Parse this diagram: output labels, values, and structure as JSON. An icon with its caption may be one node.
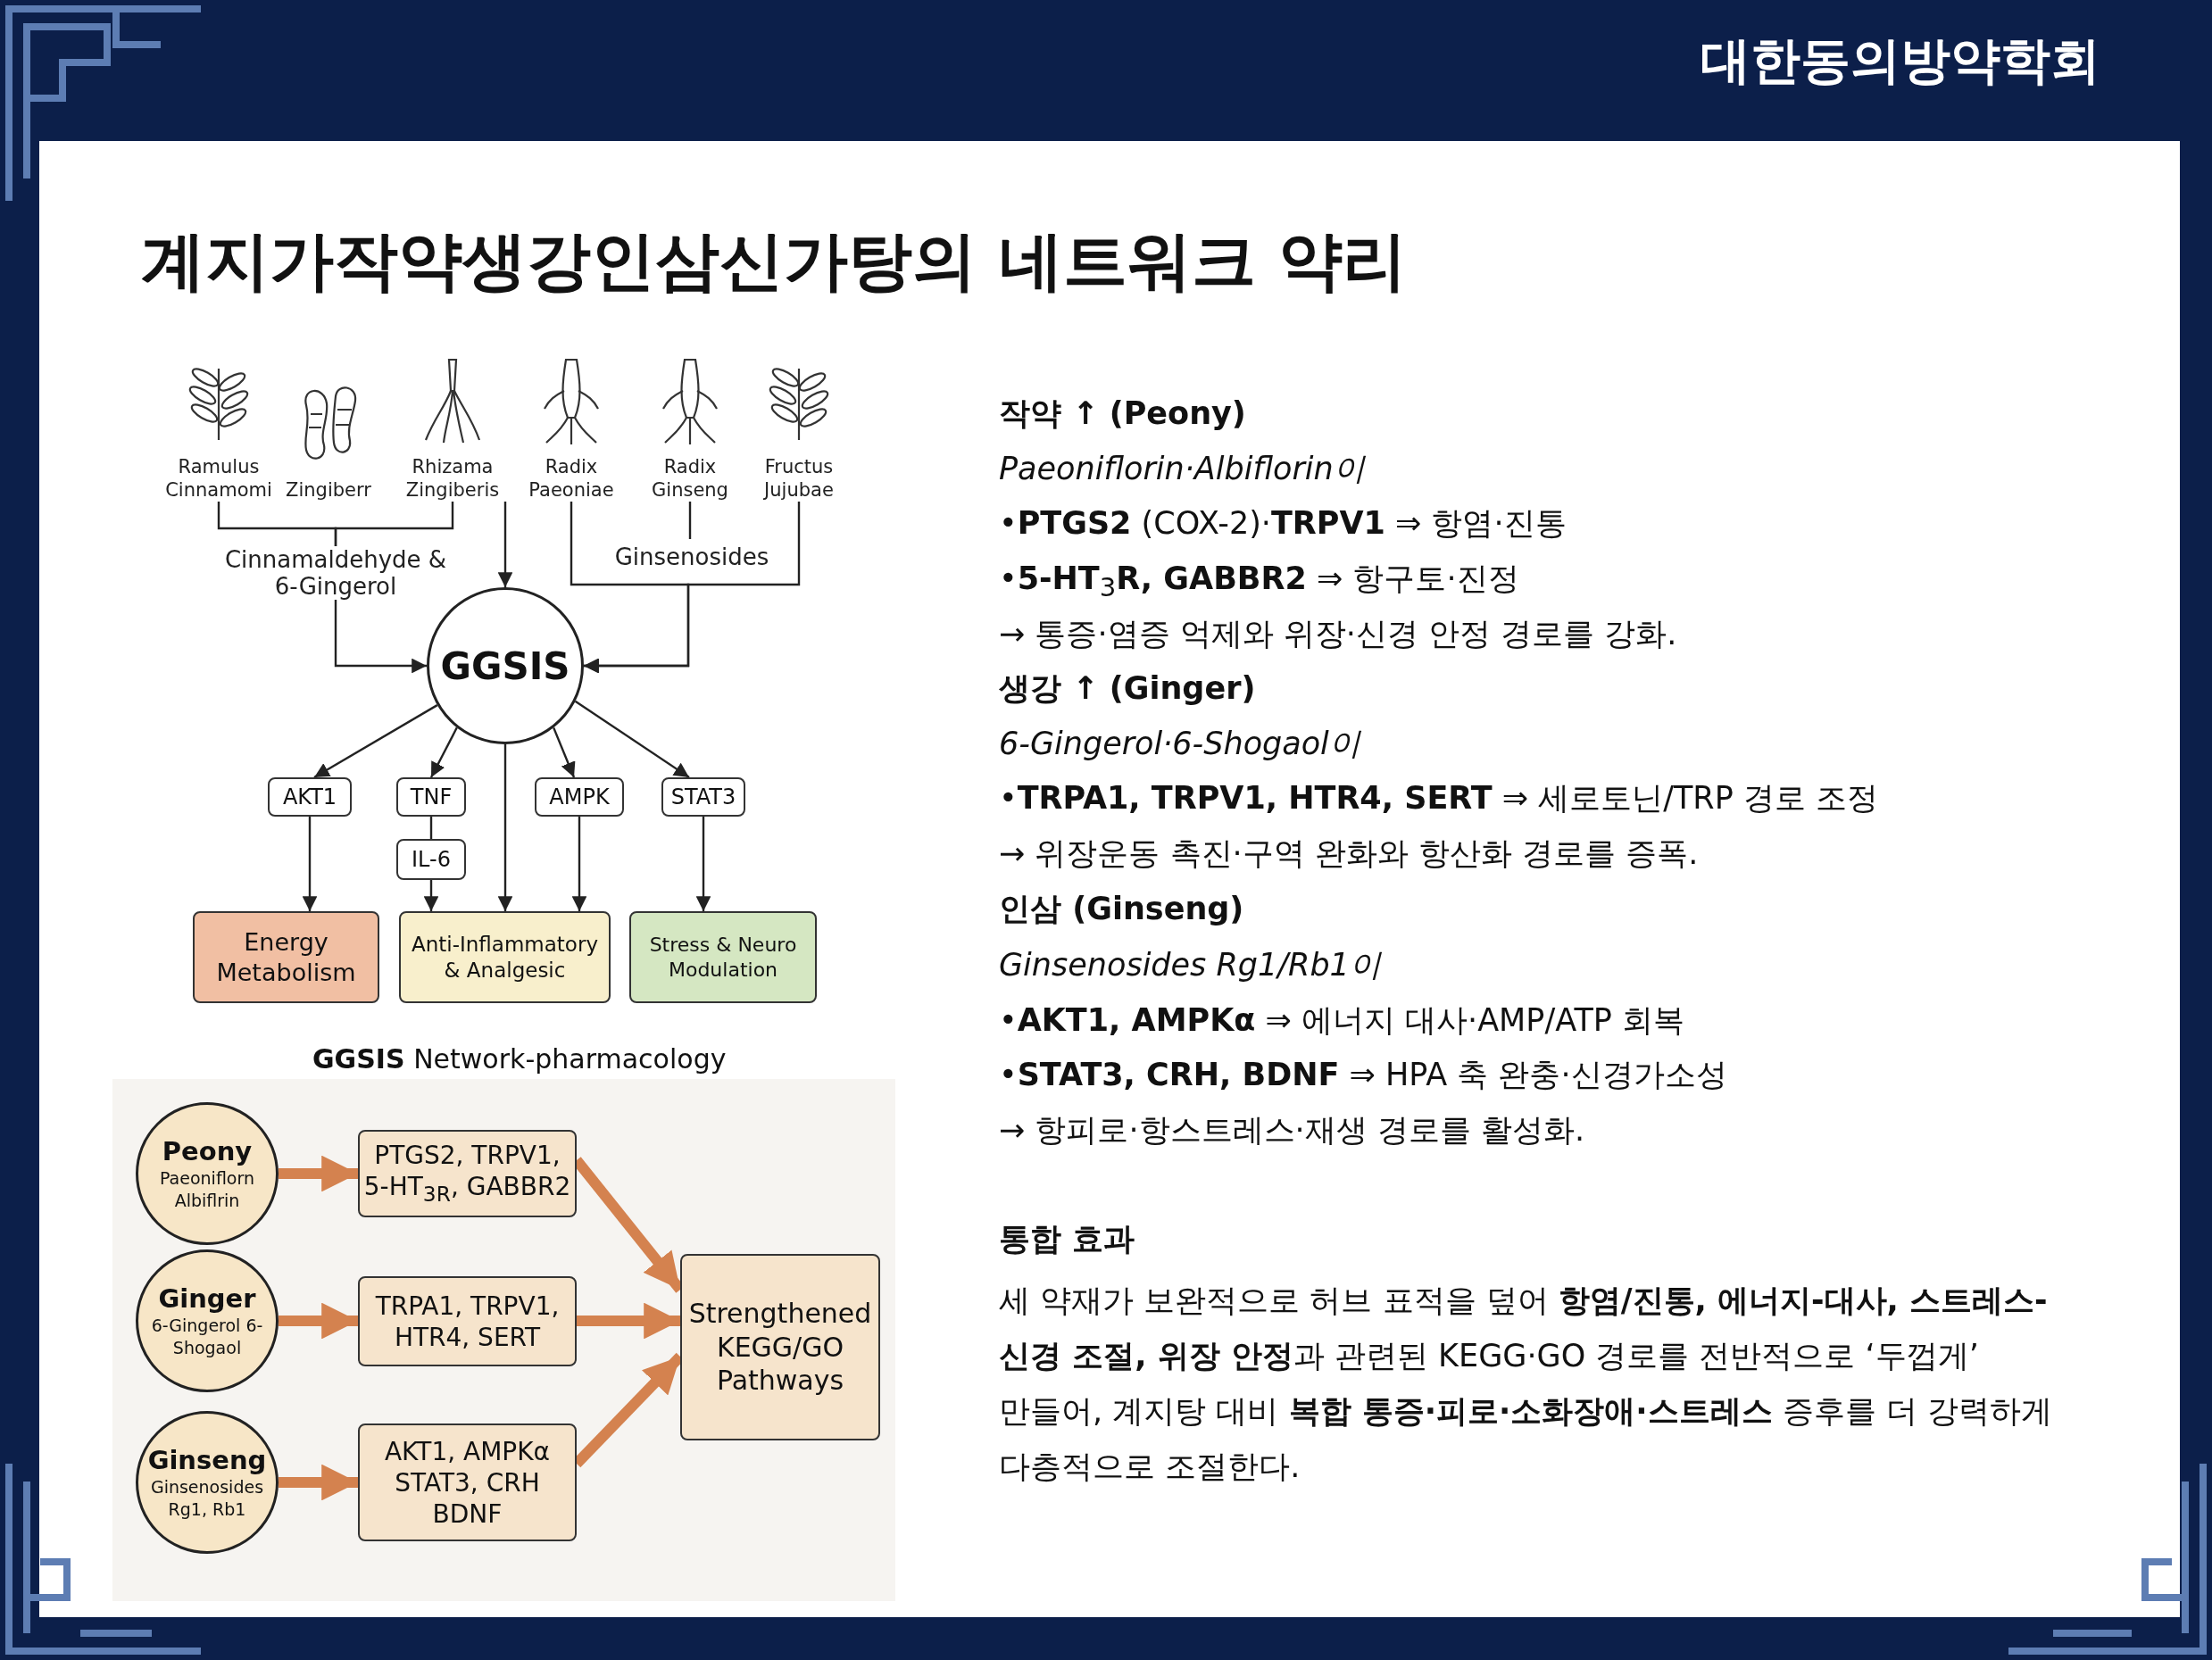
{
  "diagram": {
    "title": "계지가작약생강인삼신가탕의 네트워크 약리",
    "nodes": [
      {
        "text": [
          "Ramulus Cinnamomi"
        ]
      },
      {
        "text": [
          "Zingiberr"
        ]
      },
      {
        "text": [
          "Rhizama Zingiberis"
        ]
      },
      {
        "text": [
          "Radix Paeoniae"
        ]
      },
      {
        "text": [
          "Radix Ginseng"
        ]
      },
      {
        "text": [
          "Fructus Jujubae"
        ]
      },
      {
        "text": [
          "Cinnamaldehyde & 6-Gingerol"
        ]
      },
      {
        "text": [
          "Ginsenosides"
        ]
      },
      {
        "text": [
          "GGSIS"
        ]
      },
      {
        "text": [
          "AKT1"
        ]
      },
      {
        "text": [
          "TNF"
        ]
      },
      {
        "text": [
          "AMPK"
        ]
      },
      {
        "text": [
          "STAT3"
        ]
      },
      {
        "text": [
          "IL-6"
        ]
      },
      {
        "text": [
          "Energy Metabolism"
        ]
      },
      {
        "text": [
          "Anti-Inflammatory & Analgesic"
        ]
      },
      {
        "text": [
          "Stress & Neuro Modulation"
        ]
      },
      {
        "text": [
          "Peony",
          "Paeoniflorn Albiflrin"
        ]
      },
      {
        "text": [
          "PTGS2, TRPV1, 5-HT$_{3R}$, GABBR2"
        ]
      },
      {
        "text": [
          "Ginger",
          "6-Gingerol 6-Shogaol"
        ]
      },
      {
        "text": [
          "TRPA1, TRPV1, HTR4, SERT"
        ]
      },
      {
        "text": [
          "Ginseng",
          "Ginsenosides Rg1, Rb1"
        ]
      },
      {
        "text": [
          "AKT1, AMPKα STAT3, CRH BDNF"
        ]
      },
      {
        "text": [
          "Strengthened KEGG/GO Pathways"
        ]
      }
    ],
    "edges": [
      {
        "from": 0,
        "to": 6,
        "arrow": "none"
      },
      {
        "from": 2,
        "to": 6,
        "arrow": "none"
      },
      {
        "from": 6,
        "to": 8,
        "arrow": "to"
      },
      {
        "from": 2,
        "to": 8,
        "arrow": "to"
      },
      {
        "from": 3,
        "to": 8,
        "arrow": "to"
      },
      {
        "from": 5,
        "to": 8,
        "arrow": "to"
      },
      {
        "from": 4,
        "to": 7,
        "arrow": "none"
      },
      {
        "from": 8,
        "to": 9,
        "arrow": "to"
      },
      {
        "from": 8,
        "to": 10,
        "arrow": "to"
      },
      {
        "from": 8,
        "to": 15,
        "arrow": "to"
      },
      {
        "from": 8,
        "to": 11,
        "arrow": "to"
      },
      {
        "from": 8,
        "to": 12,
        "arrow": "to"
      },
      {
        "from": 10,
        "to": 13,
        "arrow": "none"
      },
      {
        "from": 9,
        "to": 14,
        "arrow": "to"
      },
      {
        "from": 13,
        "to": 15,
        "arrow": "to"
      },
      {
        "from": 11,
        "to": 15,
        "arrow": "to"
      },
      {
        "from": 12,
        "to": 16,
        "arrow": "to"
      },
      {
        "from": 17,
        "to": 18,
        "arrow": "to",
        "style": "thick",
        "color": "#d4824f"
      },
      {
        "from": 19,
        "to": 20,
        "arrow": "to",
        "style": "thick",
        "color": "#d4824f"
      },
      {
        "from": 21,
        "to": 22,
        "arrow": "to",
        "style": "thick",
        "color": "#d4824f"
      },
      {
        "from": 18,
        "to": 23,
        "arrow": "to",
        "style": "thick",
        "color": "#d4824f"
      },
      {
        "from": 20,
        "to": 23,
        "arrow": "to",
        "style": "thick",
        "color": "#d4824f"
      },
      {
        "from": 22,
        "to": 23,
        "arrow": "to",
        "style": "thick",
        "color": "#d4824f"
      }
    ],
    "labels": [
      "대한동의방약학회",
      "**GGSIS** Network-pharmacology",
      "작약 ↑ (Peony)",
      "Paeoniflorin·Albiflorin이",
      "•**PTGS2** (COX-2)·**TRPV1** ⇒ 항염·진통",
      "•**5-HT**$_{3}$**R, GABBR2** ⇒ 항구토·진정",
      "→ 통증·염증 억제와 위장·신경 안정 경로를 강화.",
      "생강 ↑ (Ginger)",
      "6-Gingerol·6-Shogaol이",
      "•**TRPA1, TRPV1, HTR4, SERT** ⇒ 세로토닌/TRP 경로 조정",
      "→ 위장운동 촉진·구역 완화와 항산화 경로를 증폭.",
      "인삼 (Ginseng)",
      "Ginsenosides Rg1/Rb1이",
      "•**AKT1, AMPKα** ⇒ 에너지 대사·AMP/ATP 회복",
      "•**STAT3, CRH, BDNF** ⇒ HPA 축 완충·신경가소성",
      "→ 항피로·항스트레스·재생 경로를 활성화.",
      "통합 효과",
      "세 약재가 보완적으로 허브 표적을 덮어 **항염/진통, 에너지-대사, 스트레스-신경 조절, 위장 안정**과 관련된 KEGG·GO 경로를 전반적으로 ‘두껍게’ 만들어, 계지탕 대비 **복합 통증·피로·소화장애·스트레스** 증후를 더 강력하게 다층적으로 조절한다."
    ]
  }
}
